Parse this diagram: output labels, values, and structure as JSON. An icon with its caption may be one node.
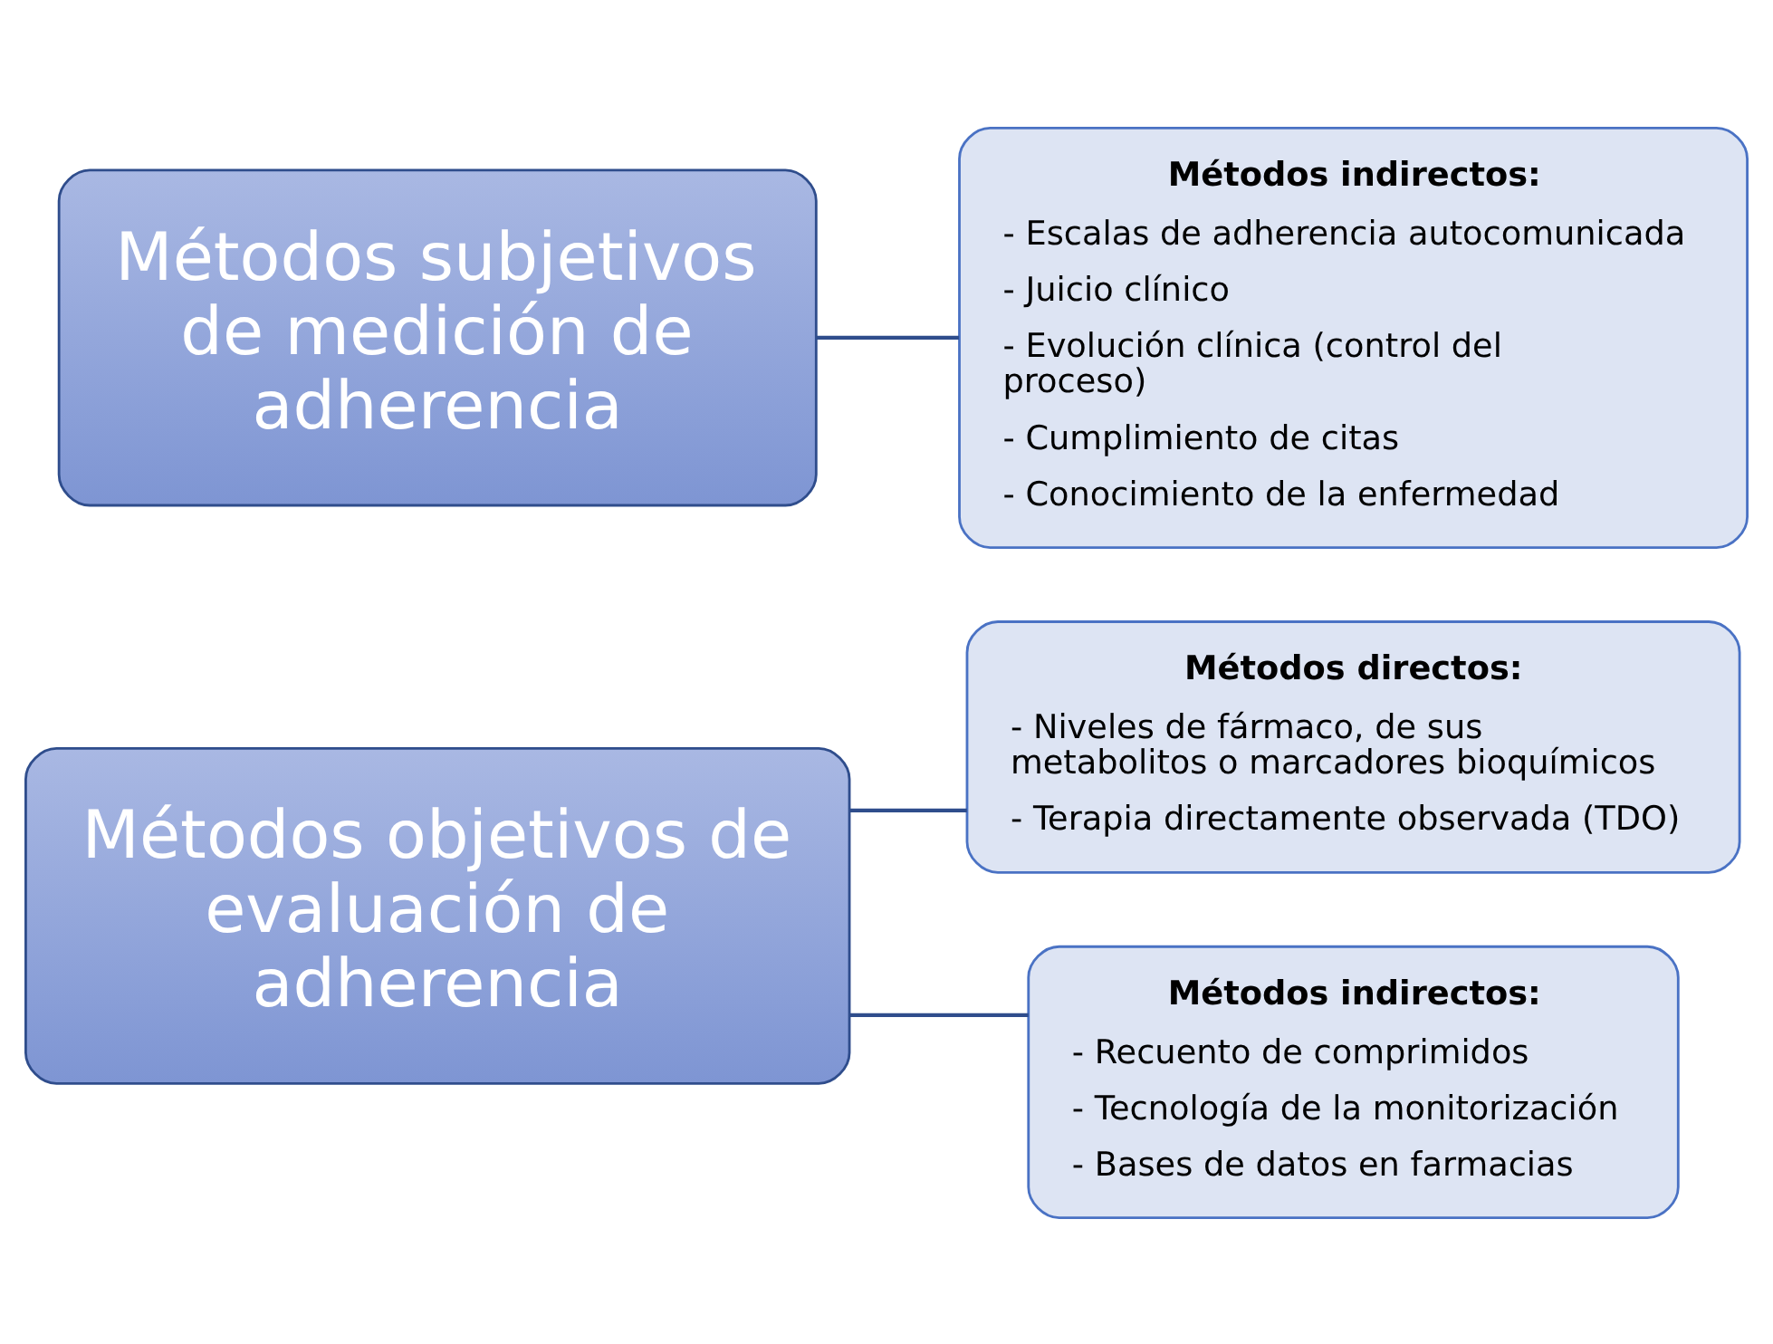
{
  "diagram": {
    "nodes": [
      {
        "text": [
          "Métodos objetivos de evaluación de adherencia"
        ]
      },
      {
        "text": [
          "Métodos directos:",
          "- Niveles de fármaco, de sus metabolitos o marcadores bioquímicos",
          "- Terapia directamente observada (TDO)"
        ]
      },
      {
        "text": [
          "Métodos indirectos:",
          "- Recuento de comprimidos",
          "- Tecnología de la monitorización",
          "- Bases de datos en farmacias"
        ]
      },
      {
        "text": [
          "Métodos subjetivos de medición de adherencia"
        ]
      },
      {
        "text": [
          "Métodos indirectos:",
          "- Escalas de adherencia autocomunicada",
          "- Juicio clínico",
          "- Evolución clínica (control del proceso)",
          "- Cumplimiento de citas",
          "- Conocimiento de la enfermedad"
        ]
      }
    ],
    "edges": [
      {
        "from": 0,
        "to": 1,
        "arrow": "none"
      },
      {
        "from": 0,
        "to": 2,
        "arrow": "none"
      },
      {
        "from": 3,
        "to": 4,
        "arrow": "none"
      }
    ]
  }
}
